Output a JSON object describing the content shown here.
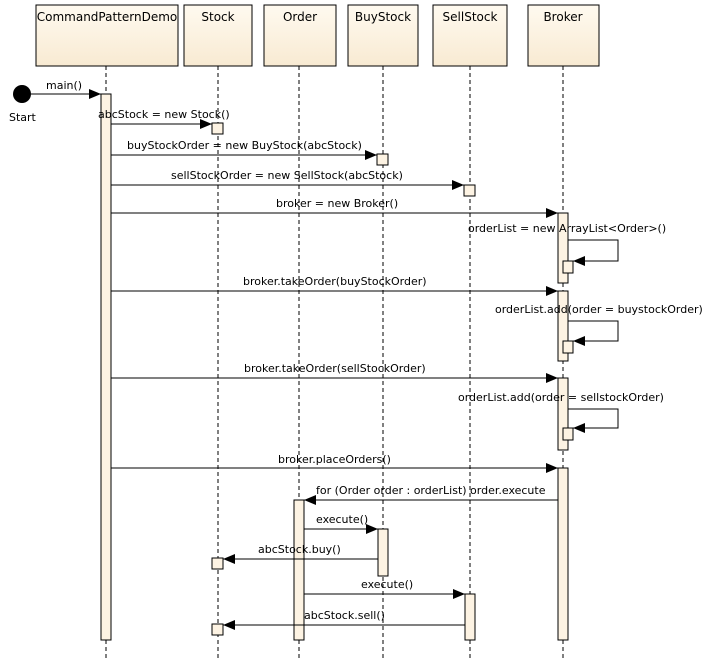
{
  "colors": {
    "head_fill": "#fdf3e3",
    "activation_fill": "#fdf3e3",
    "line": "#000000",
    "background": "#ffffff"
  },
  "participants": [
    {
      "id": "demo",
      "label": "CommandPatternDemo"
    },
    {
      "id": "stock",
      "label": "Stock"
    },
    {
      "id": "order",
      "label": "Order"
    },
    {
      "id": "buystock",
      "label": "BuyStock"
    },
    {
      "id": "sellstock",
      "label": "SellStock"
    },
    {
      "id": "broker",
      "label": "Broker"
    }
  ],
  "start_label": "Start",
  "messages": [
    {
      "id": "main",
      "label": "main()",
      "from": "start",
      "to": "demo"
    },
    {
      "id": "new-stock",
      "label": "abcStock = new Stock()",
      "from": "demo",
      "to": "stock"
    },
    {
      "id": "new-buystock",
      "label": "buyStockOrder = new BuyStock(abcStock)",
      "from": "demo",
      "to": "buystock"
    },
    {
      "id": "new-sellstock",
      "label": "sellStockOrder = new SellStock(abcStock)",
      "from": "demo",
      "to": "sellstock"
    },
    {
      "id": "new-broker",
      "label": "broker = new Broker()",
      "from": "demo",
      "to": "broker"
    },
    {
      "id": "orderlist-new",
      "label": "orderList = new ArrayList<Order>()",
      "from": "broker",
      "to": "broker"
    },
    {
      "id": "takeorder-buy",
      "label": "broker.takeOrder(buyStockOrder)",
      "from": "demo",
      "to": "broker"
    },
    {
      "id": "orderlist-add-buy",
      "label": "orderList.add(order = buystockOrder)",
      "from": "broker",
      "to": "broker"
    },
    {
      "id": "takeorder-sell",
      "label": "broker.takeOrder(sellStockOrder)",
      "from": "demo",
      "to": "broker"
    },
    {
      "id": "orderlist-add-sell",
      "label": "orderList.add(order = sellstockOrder)",
      "from": "broker",
      "to": "broker"
    },
    {
      "id": "placeorders",
      "label": "broker.placeOrders()",
      "from": "demo",
      "to": "broker"
    },
    {
      "id": "for-execute",
      "label": "for (Order order : orderList) order.execute",
      "from": "broker",
      "to": "order"
    },
    {
      "id": "execute-buy",
      "label": "execute()",
      "from": "order",
      "to": "buystock"
    },
    {
      "id": "abcstock-buy",
      "label": "abcStock.buy()",
      "from": "buystock",
      "to": "stock"
    },
    {
      "id": "execute-sell",
      "label": "execute()",
      "from": "order",
      "to": "sellstock"
    },
    {
      "id": "abcstock-sell",
      "label": "abcStock.sell()",
      "from": "sellstock",
      "to": "stock"
    }
  ]
}
